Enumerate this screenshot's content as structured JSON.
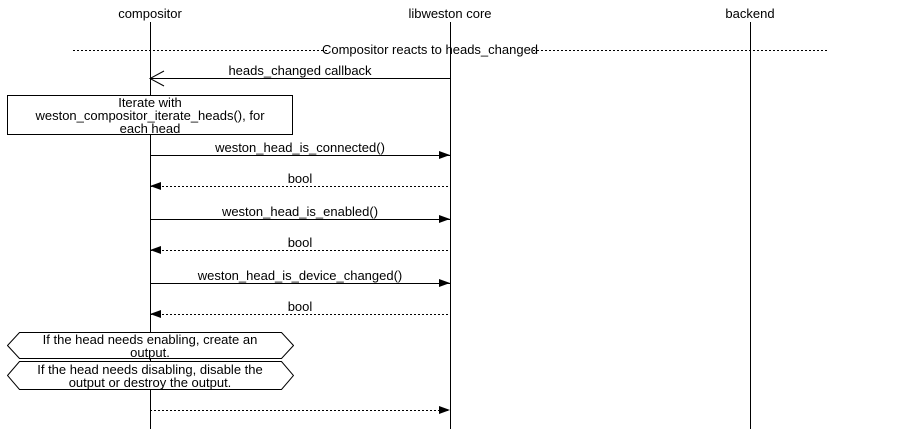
{
  "diagram": {
    "type": "sequence-diagram",
    "colors": {
      "background": "#ffffff",
      "stroke": "#000000",
      "text": "#000000"
    },
    "participants": [
      {
        "label": "compositor"
      },
      {
        "label": "libweston core"
      },
      {
        "label": "backend"
      }
    ],
    "divider": {
      "label": "Compositor reacts to heads_changed"
    },
    "messages": [
      {
        "label": "heads_changed callback",
        "from": "libweston core",
        "to": "compositor",
        "line": "solid",
        "arrowhead": "open"
      },
      {
        "label": "weston_head_is_connected()",
        "from": "compositor",
        "to": "libweston core",
        "line": "solid",
        "arrowhead": "filled"
      },
      {
        "label": "bool",
        "from": "libweston core",
        "to": "compositor",
        "line": "dotted",
        "arrowhead": "filled"
      },
      {
        "label": "weston_head_is_enabled()",
        "from": "compositor",
        "to": "libweston core",
        "line": "solid",
        "arrowhead": "filled"
      },
      {
        "label": "bool",
        "from": "libweston core",
        "to": "compositor",
        "line": "dotted",
        "arrowhead": "filled"
      },
      {
        "label": "weston_head_is_device_changed()",
        "from": "compositor",
        "to": "libweston core",
        "line": "solid",
        "arrowhead": "filled"
      },
      {
        "label": "bool",
        "from": "libweston core",
        "to": "compositor",
        "line": "dotted",
        "arrowhead": "filled"
      },
      {
        "label": "",
        "from": "compositor",
        "to": "libweston core",
        "line": "dotted",
        "arrowhead": "filled"
      }
    ],
    "notes": [
      {
        "shape": "rectangle",
        "lines": [
          "Iterate with",
          "weston_compositor_iterate_heads(), for",
          "each head"
        ]
      },
      {
        "shape": "hexagon",
        "lines": [
          "If the head needs enabling, create an",
          "output."
        ]
      },
      {
        "shape": "hexagon",
        "lines": [
          "If the head needs disabling, disable the",
          "output or destroy the output."
        ]
      }
    ]
  }
}
